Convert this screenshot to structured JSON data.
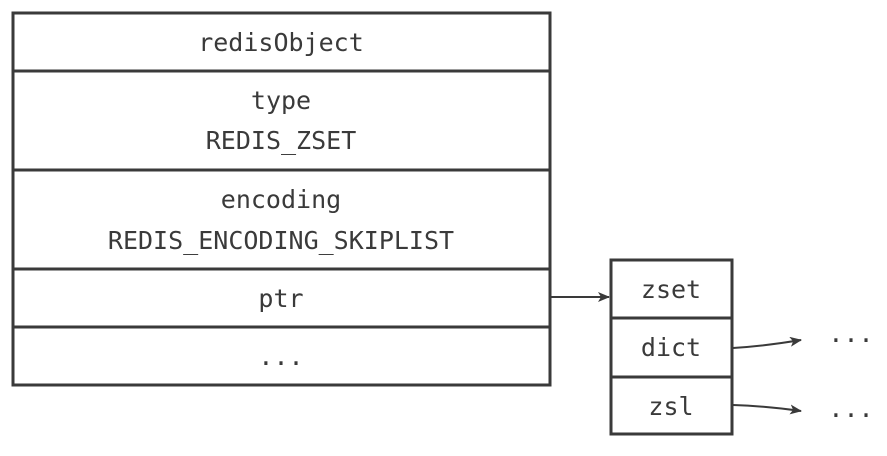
{
  "redis_object": {
    "title": "redisObject",
    "type_label": "type",
    "type_value": "REDIS_ZSET",
    "encoding_label": "encoding",
    "encoding_value": "REDIS_ENCODING_SKIPLIST",
    "ptr_label": "ptr",
    "rest_label": "..."
  },
  "zset": {
    "title": "zset",
    "dict_label": "dict",
    "zsl_label": "zsl"
  },
  "pointers": {
    "dict_target": "...",
    "zsl_target": "..."
  }
}
